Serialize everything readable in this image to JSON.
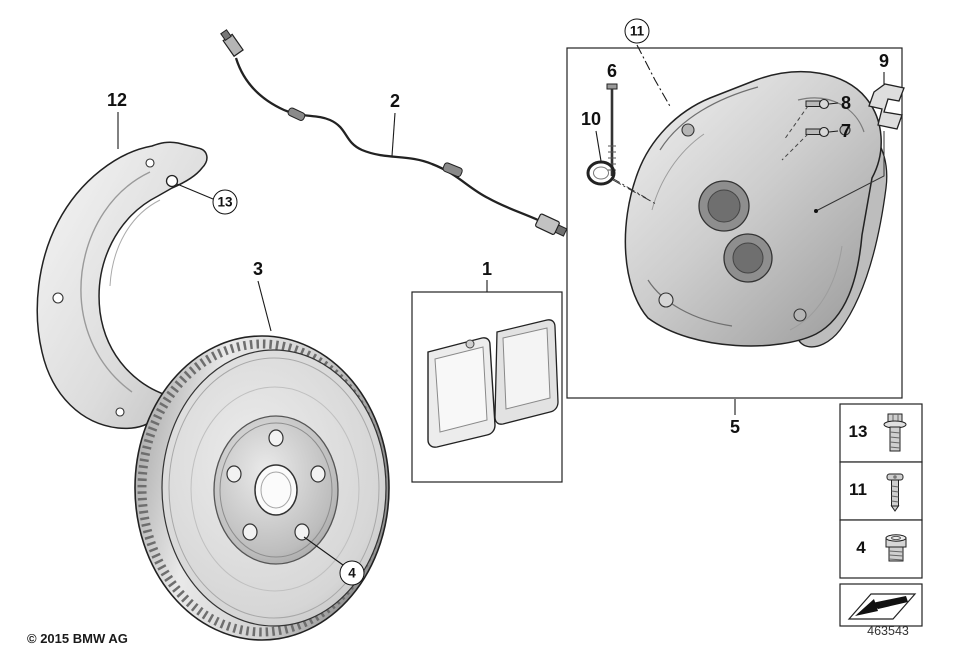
{
  "callouts": {
    "c1": "1",
    "c2": "2",
    "c3": "3",
    "c4": "4",
    "c5": "5",
    "c6": "6",
    "c7": "7",
    "c8": "8",
    "c9": "9",
    "c10": "10",
    "c11": "11",
    "c12": "12",
    "c13": "13"
  },
  "legend": {
    "row1_icon": "flange-bolt-icon",
    "row2_icon": "torx-screw-icon",
    "row3_icon": "screw-plug-icon",
    "row4_icon": "direction-of-travel-arrow-icon"
  },
  "footer": {
    "copyright": "© 2015 BMW AG",
    "diagram_number": "463543"
  },
  "colors": {
    "line": "#1a1a1a",
    "part_light": "#efefef",
    "part_mid": "#c8c8c8",
    "part_dark": "#8f8f8f",
    "background": "#ffffff"
  }
}
